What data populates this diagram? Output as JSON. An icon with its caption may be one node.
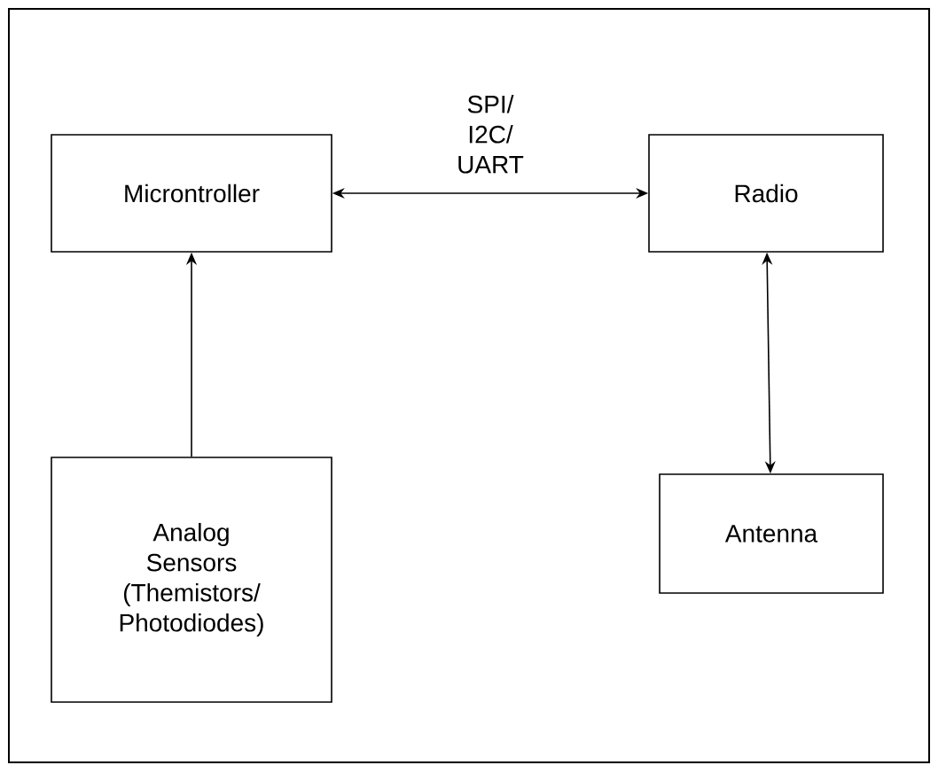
{
  "diagram": {
    "nodes": [
      {
        "text": [
          "Microntroller"
        ]
      },
      {
        "text": [
          "Radio"
        ]
      },
      {
        "text": [
          "Analog Sensors (Themistors/ Photodiodes)"
        ]
      },
      {
        "text": [
          "Antenna"
        ]
      }
    ],
    "edges": [
      {
        "from": 2,
        "to": 0,
        "arrow": "to"
      },
      {
        "from": 0,
        "to": 1,
        "arrow": "both",
        "label": "SPI/ I2C/ UART"
      },
      {
        "from": 1,
        "to": 3,
        "arrow": "both"
      }
    ]
  }
}
